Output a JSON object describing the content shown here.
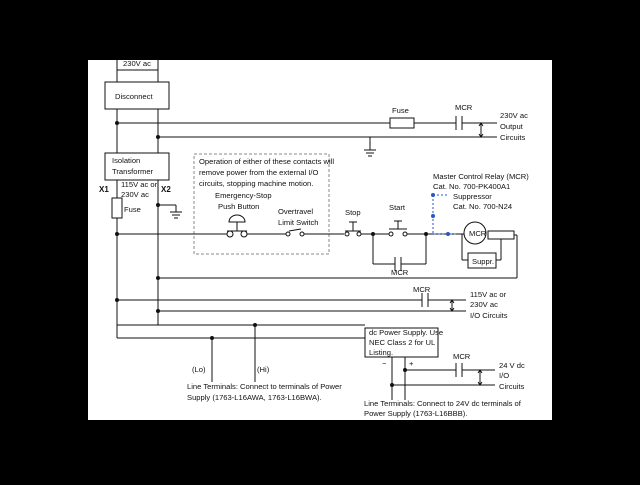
{
  "diagram": {
    "labels": {
      "supply_top": "230V ac",
      "disconnect": "Disconnect",
      "fuse_top": "Fuse",
      "mcr_top": "MCR",
      "out_230_line1": "230V ac",
      "out_230_line2": "Output",
      "out_230_line3": "Circuits",
      "isolation_line1": "Isolation",
      "isolation_line2": "Transformer",
      "x1": "X1",
      "x2": "X2",
      "sec_115": "115V ac or",
      "sec_230": "230V ac",
      "fuse_left": "Fuse",
      "note_line1": "Operation of either of these contacts will",
      "note_line2": "remove power from the external I/O",
      "note_line3": "circuits, stopping machine motion.",
      "estop_line1": "Emergency-Stop",
      "estop_line2": "Push Button",
      "overtravel_line1": "Overtravel",
      "overtravel_line2": "Limit Switch",
      "stop": "Stop",
      "start": "Start",
      "mcr_hold": "MCR",
      "relay_line1": "Master Control Relay (MCR)",
      "relay_line2": "Cat. No. 700-PK400A1",
      "suppressor_line1": "Suppressor",
      "suppressor_line2": "Cat. No. 700-N24",
      "mcr_coil": "MCR",
      "suppr_box": "Suppr.",
      "mcr_mid": "MCR",
      "io_line1": "115V ac or",
      "io_line2": "230V ac",
      "io_line3": "I/O Circuits",
      "dc_line1": "dc Power Supply. Use",
      "dc_line2": "NEC Class 2 for UL",
      "dc_line3": "Listing.",
      "minus": "−",
      "plus": "+",
      "mcr_dc": "MCR",
      "dc_out_line1": "24 V dc",
      "dc_out_line2": "I/O",
      "dc_out_line3": "Circuits",
      "lo": "(Lo)",
      "hi": "(Hi)",
      "line_term_left_1": "Line Terminals: Connect to terminals of Power",
      "line_term_left_2": "Supply (1763-L16AWA, 1763-L16BWA).",
      "line_term_right_1": "Line Terminals: Connect to 24V dc terminals of",
      "line_term_right_2": "Power Supply (1763-L16BBB)."
    }
  }
}
